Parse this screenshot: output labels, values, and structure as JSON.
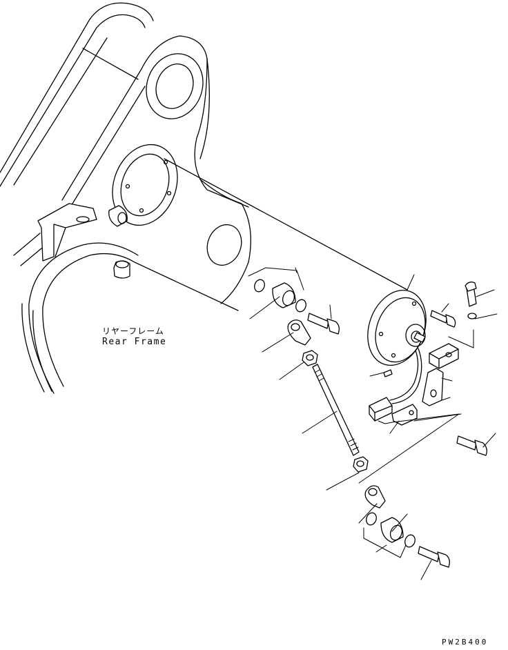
{
  "labels": {
    "rear_frame_jp": "リヤーフレーム",
    "rear_frame_en": "Rear Frame"
  },
  "drawing_code": "PW2B400"
}
